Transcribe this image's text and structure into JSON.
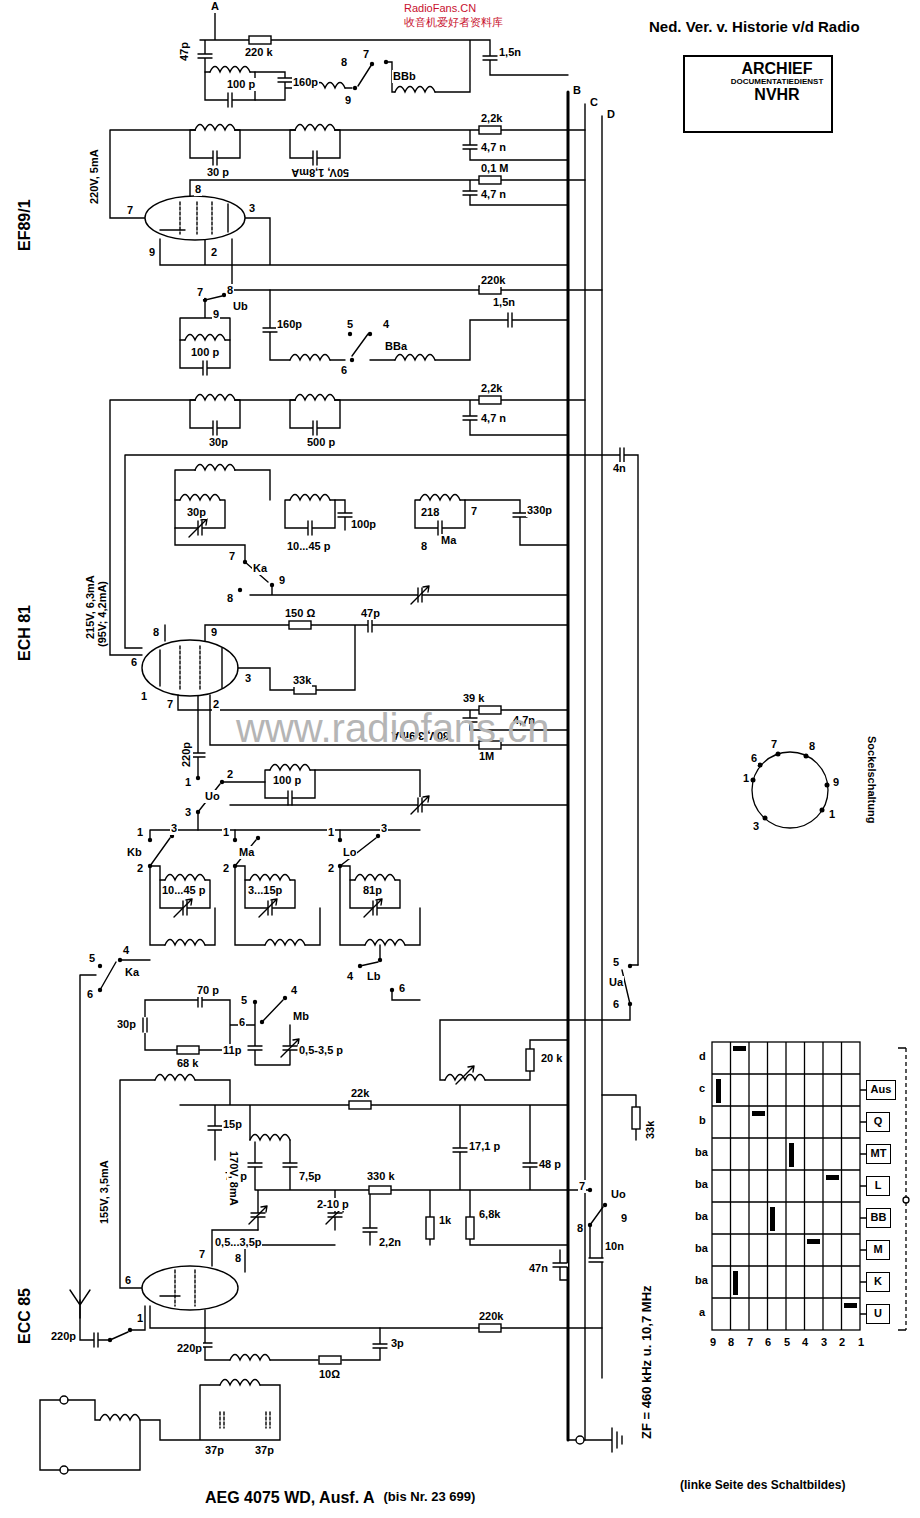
{
  "diagram": {
    "title": "AEG 4075 WD, Ausf. A",
    "caption": "(linke Seite des Schaltbildes)",
    "nodes": [
      {
        "text": [
          "ARCHIEF",
          "DOCUMENTATIEDIENST",
          "NVHR"
        ]
      },
      {
        "text": [
          "Aus"
        ]
      },
      {
        "text": [
          "Q"
        ]
      },
      {
        "text": [
          "MT"
        ]
      },
      {
        "text": [
          "L"
        ]
      },
      {
        "text": [
          "BB"
        ]
      },
      {
        "text": [
          "M"
        ]
      },
      {
        "text": [
          "K"
        ]
      },
      {
        "text": [
          "U"
        ]
      }
    ],
    "labels": [
      "RadioFans.CN",
      "收音机爱好者资料库",
      "Ned. Ver. v. Historie v/d Radio",
      "A",
      "B",
      "C",
      "D",
      "47p",
      "220 k",
      "100 p",
      "160p",
      "8",
      "7",
      "BBb",
      "9",
      "1,5n",
      "220V, 5mA",
      "30 p",
      "500 p",
      "2,2k",
      "4,7 n",
      "50V, 1,8mA",
      "4,7 n",
      "0,1 M",
      "EF89/1",
      "7",
      "8",
      "9",
      "2",
      "3",
      "220k",
      "1,5n",
      "7",
      "8",
      "Ub",
      "100 p",
      "9",
      "160p",
      "5",
      "4",
      "6",
      "BBa",
      "2,2k",
      "30p",
      "500 p",
      "4,7 n",
      "4n",
      "30p",
      "10...45 p",
      "100p",
      "218",
      "330p",
      "Ma",
      "7",
      "8",
      "7",
      "Ka",
      "8",
      "9",
      "ECH 81",
      "215V, 6,3mA",
      "(95V; 4,2mA)",
      "8",
      "9",
      "6",
      "1",
      "3",
      "2",
      "7",
      "150 Ω",
      "47p",
      "33k",
      "4,7n",
      "39 k",
      "80V, 3,9mA",
      "1M",
      "220p",
      "2",
      "1",
      "Uo",
      "3",
      "100 p",
      "Kb",
      "1",
      "3",
      "2",
      "10...45 p",
      "1",
      "Ma",
      "3...15p",
      "2",
      "1",
      "Lo",
      "3",
      "2",
      "81p",
      "5",
      "4",
      "Ka",
      "6",
      "4",
      "Lb",
      "6",
      "30p",
      "70 p",
      "68 k",
      "5",
      "4",
      "6",
      "Mb",
      "11p",
      "0,5-3,5 p",
      "5",
      "Ua",
      "6",
      "20 k",
      "15p",
      "22k",
      "155V, 3,5mA",
      "7,5p",
      "7,5p",
      "17,1 p",
      "48 p",
      "330 k",
      "33k",
      "170V, 8mA",
      "2-10 p",
      "2,2n",
      "1k",
      "6,8k",
      "7",
      "Uo",
      "9",
      "8",
      "0,5...3,5p",
      "10n",
      "47n",
      "ZF = 460 kHz u. 10,7 MHz",
      "6",
      "7",
      "8",
      "1",
      "ECC 85",
      "220p",
      "220k",
      "220p",
      "3p",
      "10Ω",
      "37p",
      "37p",
      "Sockelschaltung",
      "1",
      "6",
      "7",
      "8",
      "9",
      "1",
      "3",
      "d",
      "c",
      "b",
      "ba",
      "ba",
      "ba",
      "ba",
      "ba",
      "a",
      "9",
      "8",
      "7",
      "6",
      "5",
      "4",
      "3",
      "2",
      "1",
      "(bis Nr. 23 699)",
      "www.radiofans.cn"
    ]
  }
}
